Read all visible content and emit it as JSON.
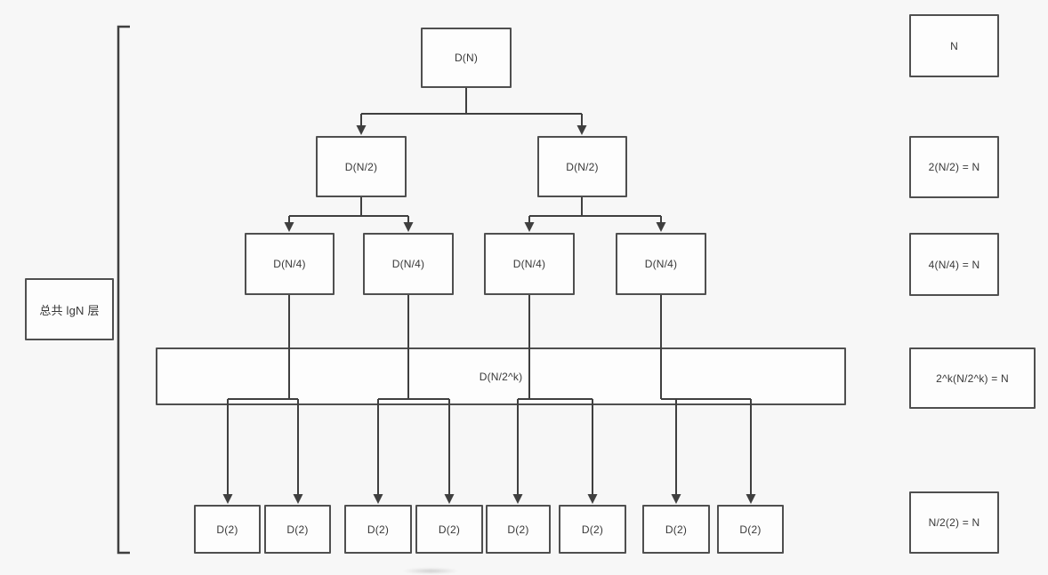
{
  "diagram": {
    "title_hint": "merge-sort divide recursion tree",
    "left_annotation": {
      "label": "总共 lgN 层"
    },
    "tree": {
      "root": {
        "label": "D(N)"
      },
      "level2": [
        {
          "label": "D(N/2)"
        },
        {
          "label": "D(N/2)"
        }
      ],
      "level3": [
        {
          "label": "D(N/4)"
        },
        {
          "label": "D(N/4)"
        },
        {
          "label": "D(N/4)"
        },
        {
          "label": "D(N/4)"
        }
      ],
      "merged_level": {
        "label": "D(N/2^k)"
      },
      "leaves": [
        {
          "label": "D(2)"
        },
        {
          "label": "D(2)"
        },
        {
          "label": "D(2)"
        },
        {
          "label": "D(2)"
        },
        {
          "label": "D(2)"
        },
        {
          "label": "D(2)"
        },
        {
          "label": "D(2)"
        },
        {
          "label": "D(2)"
        }
      ]
    },
    "right_annotations": [
      {
        "label": "N"
      },
      {
        "label": "2(N/2) = N"
      },
      {
        "label": "4(N/4) = N"
      },
      {
        "label": "2^k(N/2^k) = N"
      },
      {
        "label": "N/2(2) = N"
      }
    ],
    "colors": {
      "background": "#f7f7f7",
      "box_fill": "#fdfdfd",
      "box_border": "#4f4f4f",
      "line": "#3f3f3f",
      "text": "#383838"
    }
  }
}
